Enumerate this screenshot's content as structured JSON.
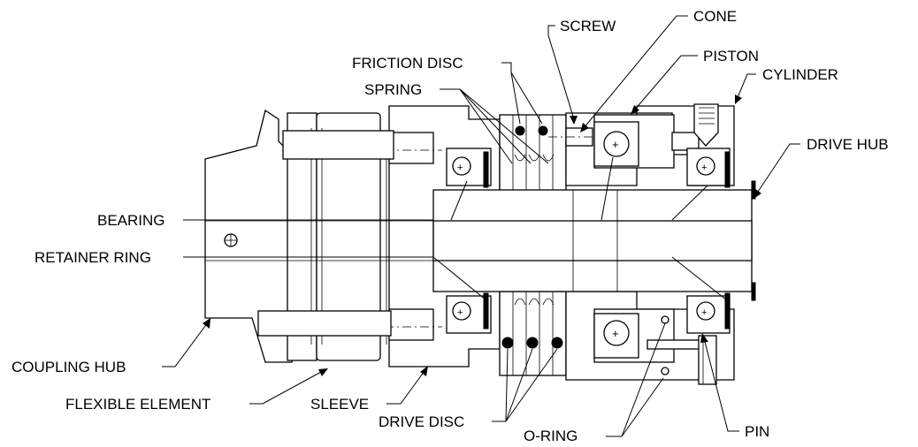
{
  "labels": {
    "screw": "SCREW",
    "cone": "CONE",
    "friction_disc": "FRICTION DISC",
    "piston": "PISTON",
    "cylinder": "CYLINDER",
    "spring": "SPRING",
    "drive_hub": "DRIVE HUB",
    "bearing": "BEARING",
    "retainer_ring": "RETAINER RING",
    "coupling_hub": "COUPLING HUB",
    "flexible_element": "FLEXIBLE ELEMENT",
    "sleeve": "SLEEVE",
    "drive_disc": "DRIVE DISC",
    "o_ring": "O-RING",
    "pin": "PIN"
  }
}
